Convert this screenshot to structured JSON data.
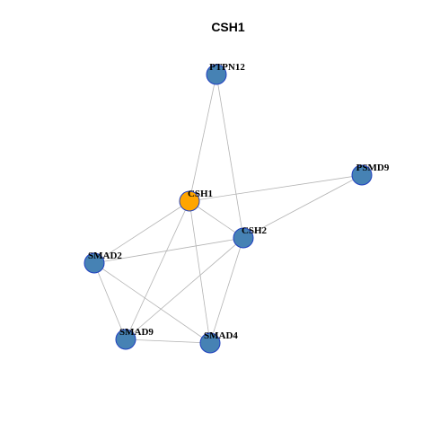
{
  "title": "CSH1",
  "colors": {
    "center": "#ffa500",
    "neighbor": "#4682b4",
    "edge": "#b3b3b3",
    "node_border": "#1f3fbf"
  },
  "nodes": [
    {
      "id": "PTPN12",
      "label": "PTPN12",
      "role": "neighbor"
    },
    {
      "id": "PSMD9",
      "label": "PSMD9",
      "role": "neighbor"
    },
    {
      "id": "CSH1",
      "label": "CSH1",
      "role": "center"
    },
    {
      "id": "CSH2",
      "label": "CSH2",
      "role": "neighbor"
    },
    {
      "id": "SMAD2",
      "label": "SMAD2",
      "role": "neighbor"
    },
    {
      "id": "SMAD9",
      "label": "SMAD9",
      "role": "neighbor"
    },
    {
      "id": "SMAD4",
      "label": "SMAD4",
      "role": "neighbor"
    }
  ],
  "edges": [
    [
      "PTPN12",
      "CSH1"
    ],
    [
      "PTPN12",
      "CSH2"
    ],
    [
      "CSH1",
      "PSMD9"
    ],
    [
      "CSH2",
      "PSMD9"
    ],
    [
      "CSH1",
      "CSH2"
    ],
    [
      "CSH1",
      "SMAD2"
    ],
    [
      "CSH1",
      "SMAD9"
    ],
    [
      "CSH1",
      "SMAD4"
    ],
    [
      "SMAD2",
      "CSH2"
    ],
    [
      "CSH2",
      "SMAD9"
    ],
    [
      "CSH2",
      "SMAD4"
    ],
    [
      "SMAD2",
      "SMAD9"
    ],
    [
      "SMAD2",
      "SMAD4"
    ],
    [
      "SMAD9",
      "SMAD4"
    ]
  ]
}
